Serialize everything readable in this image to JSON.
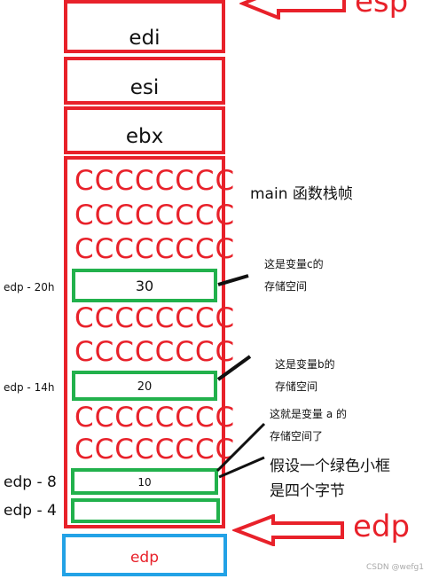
{
  "registers": {
    "edi": "edi",
    "esi": "esi",
    "ebx": "ebx",
    "edp_bottom": "edp"
  },
  "pointers": {
    "esp": "esp",
    "edp": "edp"
  },
  "frame": {
    "title": "main 函数栈帧",
    "fill_row": "CCCCCCCC"
  },
  "variables": {
    "c": {
      "value": "30",
      "offset": "edp - 20h",
      "note_line1": "这是变量c的",
      "note_line2": "存储空间"
    },
    "b": {
      "value": "20",
      "offset": "edp - 14h",
      "note_line1": "这是变量b的",
      "note_line2": "存储空间"
    },
    "a": {
      "value": "10",
      "offset": "edp - 8",
      "note_line1": "这就是变量 a 的",
      "note_line2": "存储空间了"
    }
  },
  "empty_slot": {
    "offset": "edp - 4"
  },
  "assumption": {
    "line1": "假设一个绿色小框",
    "line2": "是四个字节"
  },
  "watermark": "CSDN @wefg1",
  "colors": {
    "red": "#e8212a",
    "green": "#22b14c",
    "blue": "#23a2e6"
  }
}
